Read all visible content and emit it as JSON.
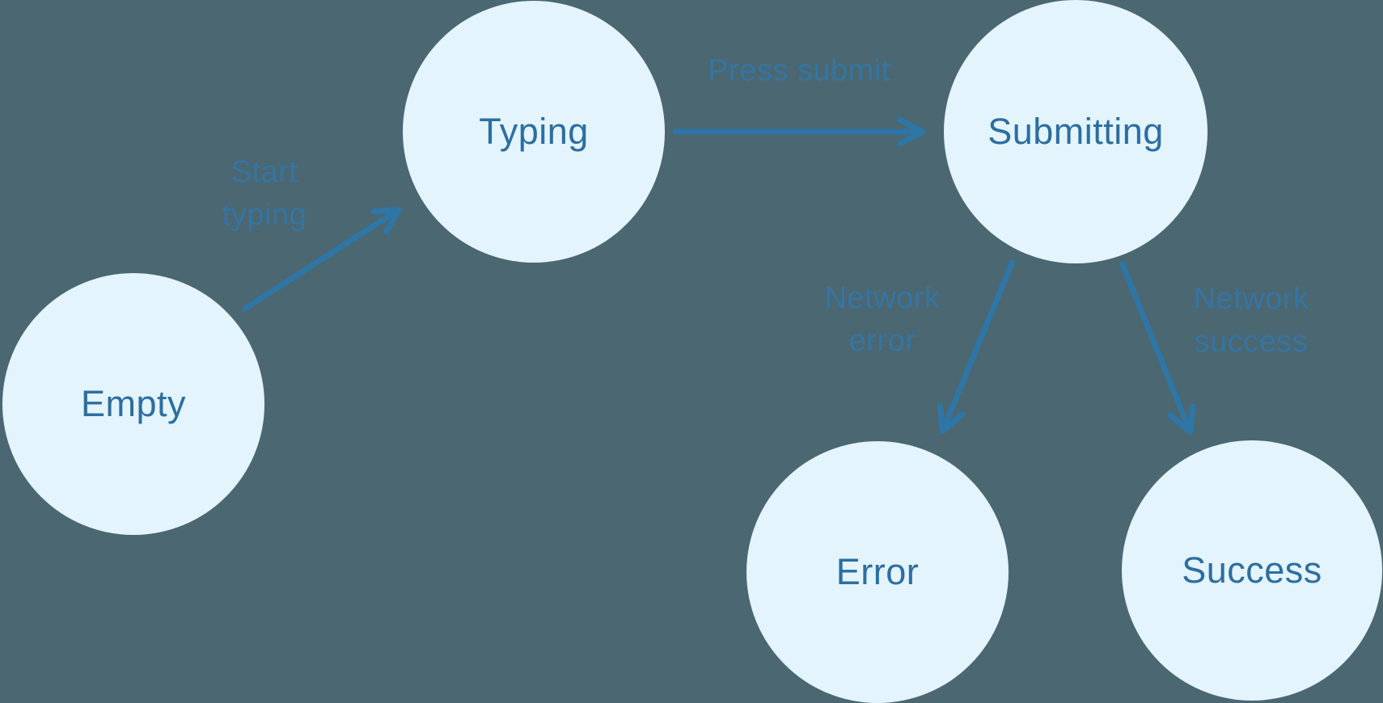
{
  "diagram": {
    "type": "state-machine",
    "nodes": [
      {
        "id": "empty",
        "label": "Empty"
      },
      {
        "id": "typing",
        "label": "Typing"
      },
      {
        "id": "submitting",
        "label": "Submitting"
      },
      {
        "id": "error",
        "label": "Error"
      },
      {
        "id": "success",
        "label": "Success"
      }
    ],
    "edges": [
      {
        "from": "empty",
        "to": "typing",
        "label": "Start typing"
      },
      {
        "from": "typing",
        "to": "submitting",
        "label": "Press submit"
      },
      {
        "from": "submitting",
        "to": "error",
        "label": "Network error"
      },
      {
        "from": "submitting",
        "to": "success",
        "label": "Network success"
      }
    ],
    "colors": {
      "background": "#4b6771",
      "node_fill": "#e3f4fd",
      "node_text": "#2d6e9f",
      "arrow": "#2e76a6",
      "edge_label": "#3377a8"
    }
  }
}
